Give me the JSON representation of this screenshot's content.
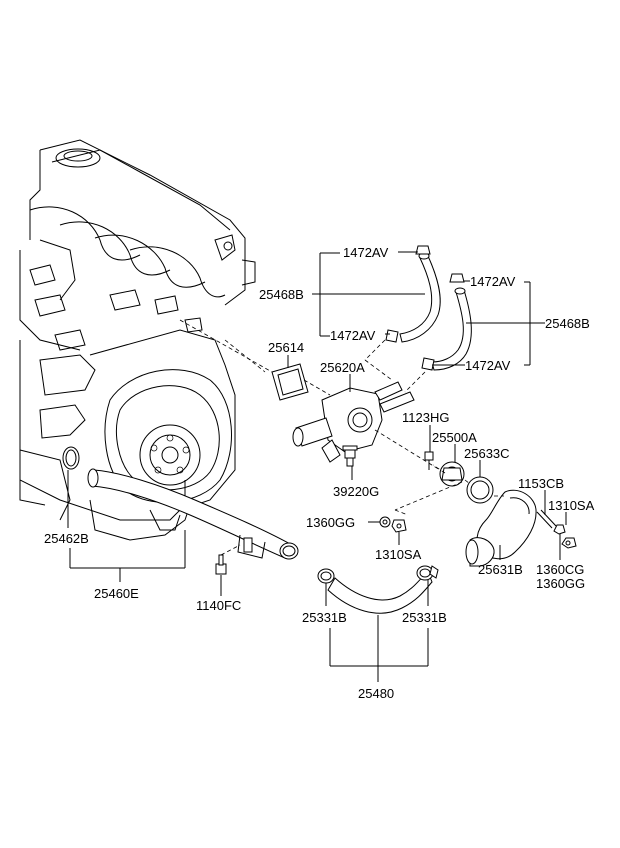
{
  "parts": {
    "p1472av_a": "1472AV",
    "p25468b_l": "25468B",
    "p1472av_b": "1472AV",
    "p1472av_c": "1472AV",
    "p25468b_r": "25468B",
    "p1472av_d": "1472AV",
    "p25614": "25614",
    "p25620a": "25620A",
    "p1123hg": "1123HG",
    "p25500a": "25500A",
    "p25633c": "25633C",
    "p39220g": "39220G",
    "p1153cb": "1153CB",
    "p1310sa_r": "1310SA",
    "p1360gg_l": "1360GG",
    "p1310sa_m": "1310SA",
    "p25631b": "25631B",
    "p1360cg": "1360CG",
    "p1360gg_r": "1360GG",
    "p25462b": "25462B",
    "p25460e": "25460E",
    "p1140fc": "1140FC",
    "p25331b_l": "25331B",
    "p25331b_r": "25331B",
    "p25480": "25480"
  }
}
